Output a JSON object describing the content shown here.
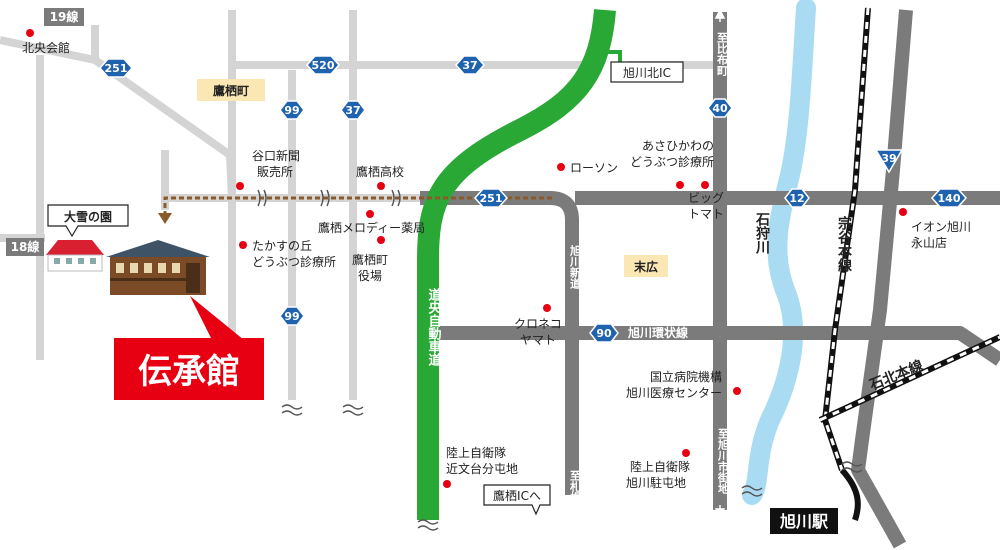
{
  "map": {
    "colors": {
      "road_major": "#7b7b7b",
      "road_minor": "#d4d4d4",
      "expressway": "#2aa836",
      "river": "#a9dcf2",
      "route_dash": "#8a5a2b",
      "marker": "#e60012",
      "shield": "#1f63ae",
      "callout": "#e60012",
      "area_label_bg": "#fbe7b4"
    },
    "streets": {
      "line19": "19線",
      "line18": "18線"
    },
    "routes": {
      "r251_a": "251",
      "r520": "520",
      "r37_a": "37",
      "r99_a": "99",
      "r37_b": "37",
      "r251_b": "251",
      "r40": "40",
      "r12": "12",
      "r140": "140",
      "r39": "39",
      "r90": "90",
      "r99_b": "99"
    },
    "areas": {
      "takasu": "鷹栖町",
      "suehiro": "末広"
    },
    "pois": {
      "hokuo": "北央会館",
      "taniguchi_1": "谷口新聞",
      "taniguchi_2": "販売所",
      "takasu_hs": "鷹栖高校",
      "melody": "鷹栖メロディー薬局",
      "townhall_1": "鷹栖町",
      "townhall_2": "役場",
      "takasunooka_1": "たかすの丘",
      "takasunooka_2": "どうぶつ診療所",
      "lawson": "ローソン",
      "asahikawa_zoo_1": "あさひかわの",
      "asahikawa_zoo_2": "どうぶつ診療所",
      "big_tomato_1": "ビッグ",
      "big_tomato_2": "トマト",
      "aeon_1": "イオン旭川",
      "aeon_2": "永山店",
      "kuroneko_1": "クロネコ",
      "kuroneko_2": "ヤマト",
      "hospital_1": "国立病院機構",
      "hospital_2": "旭川医療センター",
      "sdf_konbun_1": "陸上自衛隊",
      "sdf_konbun_2": "近文台分屯地",
      "sdf_asahikawa_1": "陸上自衛隊",
      "sdf_asahikawa_2": "旭川駐屯地"
    },
    "roads": {
      "expressway_v": "道央自動車道",
      "asahikawa_shindo": "旭川新道",
      "kanjo": "旭川環状線",
      "to_sapporo": "至札幌",
      "to_city": "至旭川市街地",
      "to_kita": "至比布町"
    },
    "water": {
      "ishikari": "石狩川"
    },
    "rail": {
      "soya": "宗谷本線",
      "sekihoku": "石北本線",
      "station": "旭川駅"
    },
    "ic": {
      "north": "旭川北IC",
      "takasu": "鷹栖ICへ"
    },
    "buildings": {
      "oyuki": "大雪の園",
      "denshokan": "伝承館"
    }
  }
}
